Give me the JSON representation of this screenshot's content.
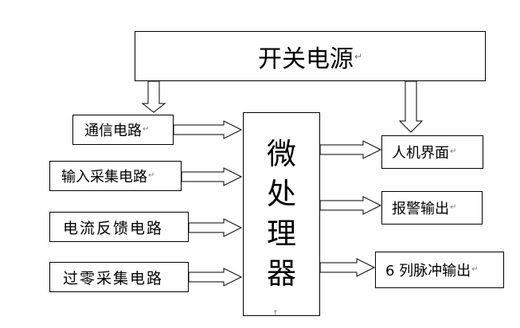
{
  "diagram": {
    "power_supply": "开关电源",
    "microprocessor": [
      "微",
      "处",
      "理",
      "器"
    ],
    "inputs": [
      "通信电路",
      "输入采集电路",
      "电流反馈电路",
      "过零采集电路"
    ],
    "outputs": [
      "人机界面",
      "报警输出",
      "6 列脉冲输出"
    ],
    "paragraph_mark": "↵",
    "anchor_mark": "↑"
  }
}
